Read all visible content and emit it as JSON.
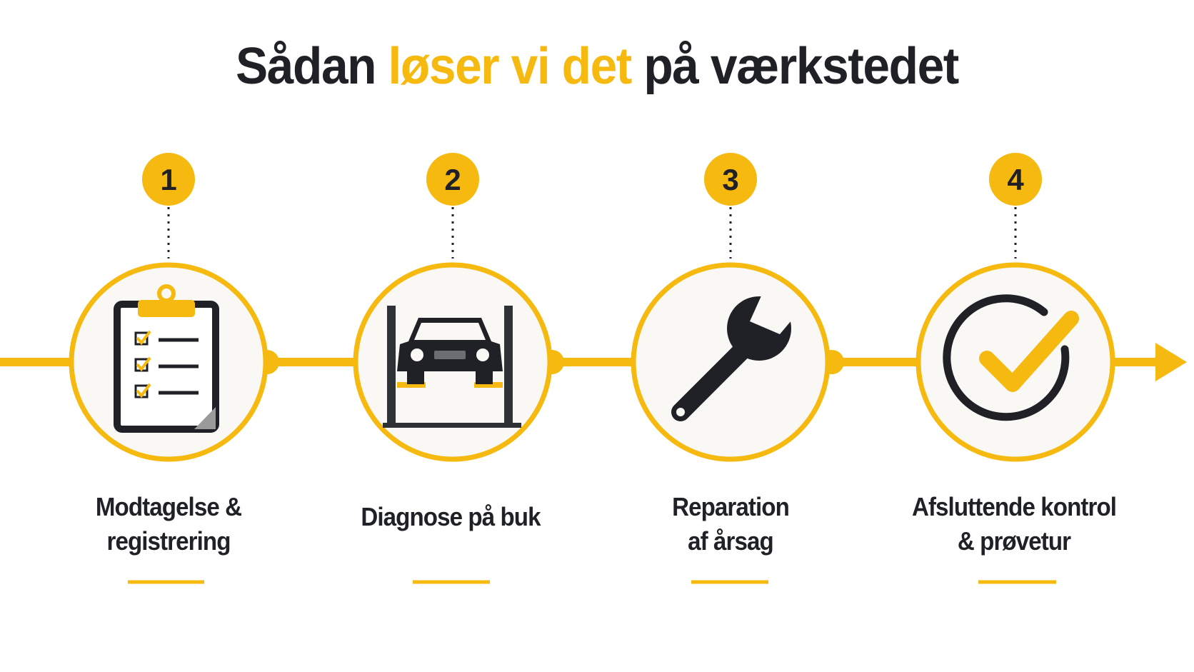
{
  "title": {
    "part1": "Sådan ",
    "part2": "løser vi det",
    "part3": " på værkstedet"
  },
  "colors": {
    "accent": "#f5b90f",
    "dark": "#1f2126",
    "circle_fill": "#f9f8f5"
  },
  "steps": [
    {
      "number": "1",
      "line1": "Modtagelse &",
      "line2": "registrering",
      "icon": "clipboard-checklist-icon"
    },
    {
      "number": "2",
      "line1": "Diagnose på buk",
      "line2": "",
      "icon": "car-lift-icon"
    },
    {
      "number": "3",
      "line1": "Reparation",
      "line2": "af årsag",
      "icon": "wrench-icon"
    },
    {
      "number": "4",
      "line1": "Afsluttende kontrol",
      "line2": "& prøvetur",
      "icon": "check-circle-icon"
    }
  ]
}
